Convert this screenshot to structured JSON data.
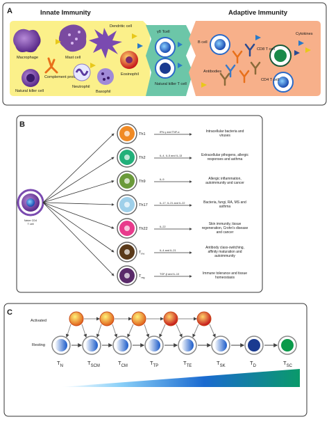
{
  "panelA": {
    "letter": "A",
    "innate_title": "Innate Immunity",
    "adaptive_title": "Adaptive Immunity",
    "cells": {
      "macrophage": "Macrophage",
      "mast_cell": "Mast cell",
      "dendritic_cell": "Dendritic cell",
      "complement": "Complement protein",
      "natural_killer": "Natural killer cell",
      "neutrophil": "Neutrophil",
      "basophil": "Basophil",
      "eosinophil": "Eosinophil",
      "gd_tcell": "γδ Tcell",
      "nkt_cell": "Natural killer T cell",
      "b_cell": "B cell",
      "antibodies": "Antibodies",
      "cd8": "CD8 T cell",
      "cd4": "CD4 T cell",
      "cytokines": "Cytokines"
    }
  },
  "panelB": {
    "letter": "B",
    "naive_label": "Naive CD4 T cell",
    "subsets": [
      {
        "name": "Th1",
        "sub": "",
        "cytokines": "IFN-γ and TNF-α",
        "function": "Intracellular bacteria and viruses",
        "color": "#f08a24"
      },
      {
        "name": "Th2",
        "sub": "",
        "cytokines": "IL-4, IL-5 and IL-13",
        "function": "Extracellular pthogens, allergic responses and asthma",
        "color": "#22b07a"
      },
      {
        "name": "Th9",
        "sub": "",
        "cytokines": "IL-9",
        "function": "Allergic inflammation, autoimmunity and cancer",
        "color": "#6a9a3a"
      },
      {
        "name": "Th17",
        "sub": "",
        "cytokines": "IL-17, IL-21 and IL-22",
        "function": "Bacteria, fungi, RA, MS and asthma",
        "color": "#9fd0ea"
      },
      {
        "name": "Th22",
        "sub": "",
        "cytokines": "IL-22",
        "function": "Skin immunity, tissue regeneration, Crohn's disease and cancer",
        "color": "#e83a8c"
      },
      {
        "name": "T",
        "sub": "FH",
        "cytokines": "IL-4 and IL-21",
        "function": "Antibody class-switching, affinity maturation and autoimmunity",
        "color": "#5a3a1a"
      },
      {
        "name": "T",
        "sub": "reg",
        "cytokines": "TGF-β and IL-10",
        "function": "Immune tolerance and tissue homeostasis",
        "color": "#5a2a6a"
      }
    ]
  },
  "panelC": {
    "letter": "C",
    "activated_label": "Activated",
    "resting_label": "Resting",
    "stages": [
      {
        "main": "T",
        "sub": "N"
      },
      {
        "main": "T",
        "sub": "SCM"
      },
      {
        "main": "T",
        "sub": "CM"
      },
      {
        "main": "T",
        "sub": "TP"
      },
      {
        "main": "T",
        "sub": "TE"
      },
      {
        "main": "T",
        "sub": "SK"
      },
      {
        "main": "T",
        "sub": "D"
      },
      {
        "main": "T",
        "sub": "SC"
      }
    ]
  },
  "colors": {
    "innate_bg": "#fbf08a",
    "adaptive_bg": "#f7b08a",
    "gd_bg": "#6cc6a8",
    "gradient_start": "#6ab0e8",
    "gradient_end": "#0a8a6a"
  }
}
